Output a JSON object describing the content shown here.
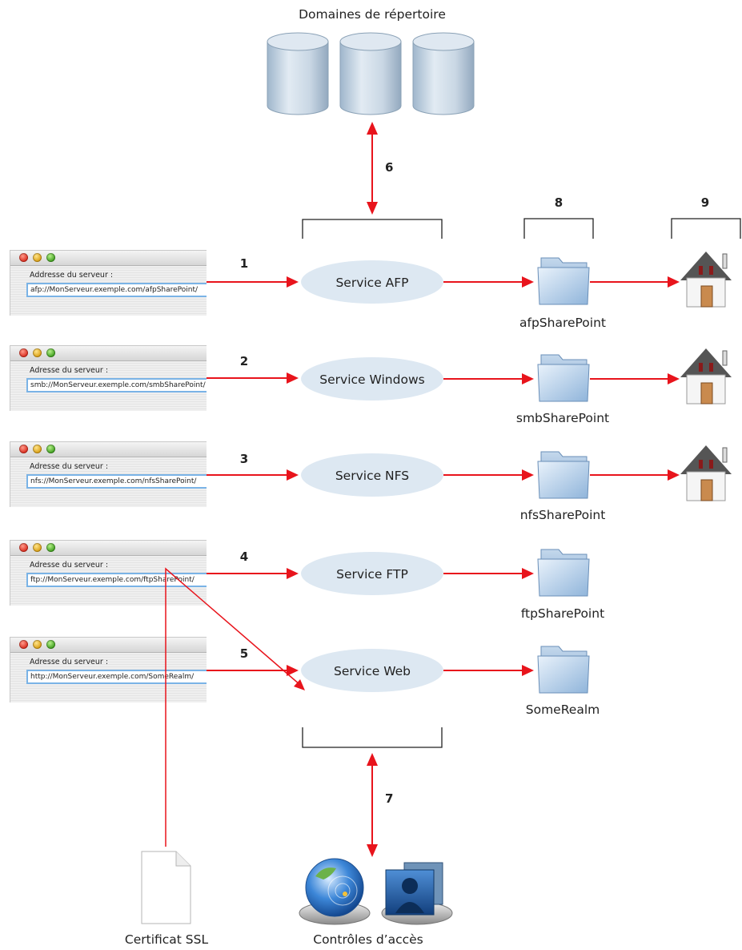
{
  "directory_label": "Domaines de répertoire",
  "numbers": {
    "n1": "1",
    "n2": "2",
    "n3": "3",
    "n4": "4",
    "n5": "5",
    "n6": "6",
    "n7": "7",
    "n8": "8",
    "n9": "9"
  },
  "windows": [
    {
      "label": "Addresse du serveur :",
      "url": "afp://MonServeur.exemple.com/afpSharePoint/"
    },
    {
      "label": "Adresse du serveur :",
      "url": "smb://MonServeur.exemple.com/smbSharePoint/"
    },
    {
      "label": "Adresse du serveur :",
      "url": "nfs://MonServeur.exemple.com/nfsSharePoint/"
    },
    {
      "label": "Adresse du serveur :",
      "url": "ftp://MonServeur.exemple.com/ftpSharePoint/"
    },
    {
      "label": "Adresse du serveur :",
      "url": "http://MonServeur.exemple.com/SomeRealm/"
    }
  ],
  "services": [
    "Service AFP",
    "Service Windows",
    "Service NFS",
    "Service FTP",
    "Service Web"
  ],
  "sharepoints": [
    "afpSharePoint",
    "smbSharePoint",
    "nfsSharePoint",
    "ftpSharePoint",
    "SomeRealm"
  ],
  "ssl_label": "Certificat SSL",
  "access_label": "Contrôles d’accès",
  "colors": {
    "arrow": "#e8141c",
    "ellipse": "#dde8f2",
    "bracket": "#222222"
  },
  "icons": [
    "database-icon",
    "folder-icon",
    "home-icon",
    "document-icon",
    "globe-icon",
    "users-icon"
  ]
}
